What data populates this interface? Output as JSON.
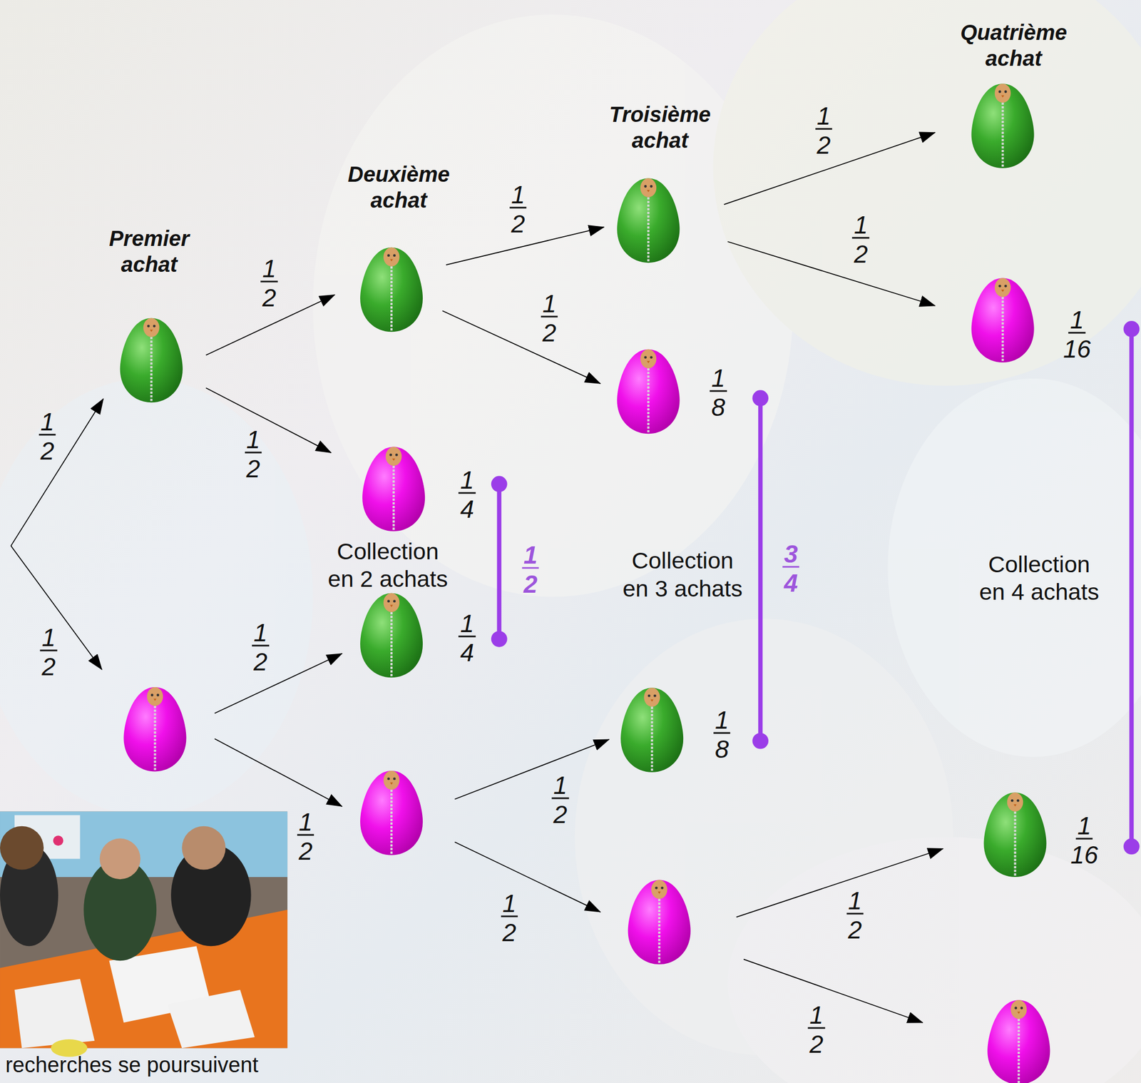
{
  "diagram": {
    "labels": [
      "Premier achat",
      "Deuxième achat",
      "Troisième achat",
      "Quatrième achat",
      "1",
      "2",
      "1",
      "2",
      "1",
      "2",
      "1",
      "2",
      "1",
      "2",
      "1",
      "2",
      "1",
      "2",
      "1",
      "2",
      "1",
      "2",
      "1",
      "2",
      "1",
      "2",
      "1",
      "2",
      "1",
      "2",
      "1",
      "2",
      "1",
      "4",
      "1",
      "4",
      "1",
      "2",
      "1",
      "8",
      "1",
      "8",
      "3",
      "4",
      "1",
      "16",
      "1",
      "16",
      "Collection en 2 achats",
      "Collection en 3 achats",
      "Collection en 4 achats",
      "recherches se poursuivent"
    ]
  }
}
